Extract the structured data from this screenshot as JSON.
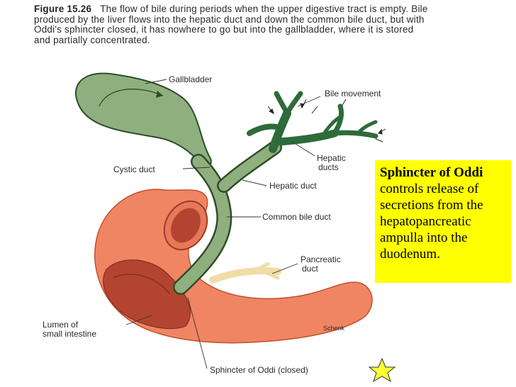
{
  "caption": {
    "figure_number": "Figure 15.26",
    "text": "The flow of bile during periods when the upper digestive tract is empty. Bile produced by the liver flows into the hepatic duct and down the common bile duct, but with Oddi's sphincter closed, it has nowhere to go but into the gallbladder, where it is stored and partially concentrated."
  },
  "labels": {
    "gallbladder": "Gallbladder",
    "bile_movement": "Bile movement",
    "hepatic_ducts_line1": "Hepatic",
    "hepatic_ducts_line2": "ducts",
    "cystic_duct": "Cystic duct",
    "hepatic_duct": "Hepatic duct",
    "common_bile_duct": "Common bile duct",
    "pancreatic_duct_line1": "Pancreatic",
    "pancreatic_duct_line2": "duct",
    "lumen_line1": "Lumen of",
    "lumen_line2": "small intestine",
    "artist": "Schenk",
    "sphincter": "Sphincter of Oddi (closed)"
  },
  "callout": {
    "title": "Sphincter of Oddi",
    "body": "controls release of secretions from the hepatopancreatic ampulla into the duodenum."
  },
  "colors": {
    "duct_green": "#2e6b3a",
    "gallbladder_green": "#8fb07e",
    "intestine_orange": "#f08563",
    "lumen_red": "#b34431",
    "callout_yellow": "#ffff00",
    "pancreatic_tan": "#f2dca6"
  },
  "icons": [
    "star-icon"
  ]
}
